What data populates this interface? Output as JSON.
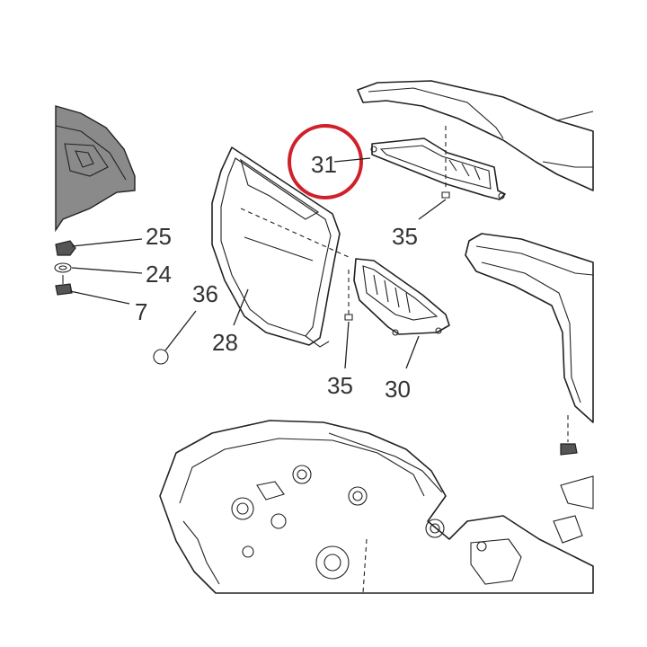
{
  "diagram": {
    "callouts": [
      {
        "id": "31",
        "label": "31"
      },
      {
        "id": "35a",
        "label": "35"
      },
      {
        "id": "25",
        "label": "25"
      },
      {
        "id": "24",
        "label": "24"
      },
      {
        "id": "7",
        "label": "7"
      },
      {
        "id": "36",
        "label": "36"
      },
      {
        "id": "28",
        "label": "28"
      },
      {
        "id": "35b",
        "label": "35"
      },
      {
        "id": "30",
        "label": "30"
      }
    ],
    "highlight": {
      "label": "31",
      "color": "#d0202a"
    },
    "colors": {
      "line": "#222222",
      "gray_part": "#8a8a8a",
      "background": "#ffffff"
    }
  }
}
